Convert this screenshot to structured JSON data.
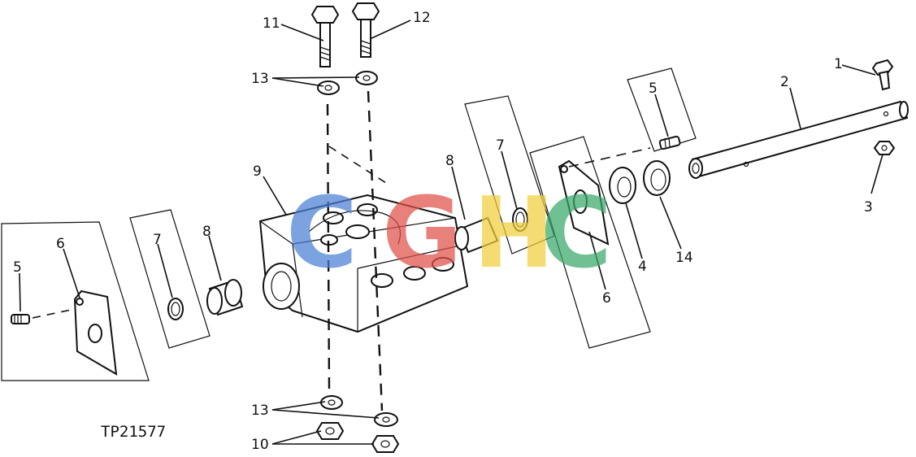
{
  "figure": {
    "reference_code": "TP21577",
    "callouts": {
      "c1": "1",
      "c2": "2",
      "c3": "3",
      "c4": "4",
      "c5_left": "5",
      "c5_right": "5",
      "c6_left": "6",
      "c6_right": "6",
      "c7_left": "7",
      "c7_right": "7",
      "c8_left": "8",
      "c8_right": "8",
      "c9": "9",
      "c10": "10",
      "c11": "11",
      "c12": "12",
      "c13_top": "13",
      "c13_bottom": "13",
      "c14": "14"
    }
  },
  "watermark": {
    "letters": [
      "C",
      "G",
      "H",
      "C"
    ],
    "colors": [
      "#4a7fd4",
      "#e0524a",
      "#f2cf3c",
      "#3aa86b"
    ]
  }
}
